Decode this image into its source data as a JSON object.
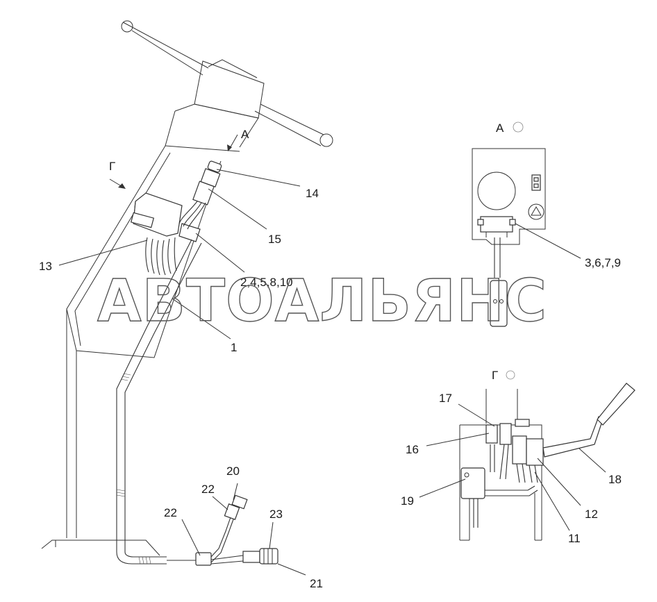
{
  "watermark": "АВТОАЛЬЯНС",
  "views": {
    "view_a_arrow": "А",
    "view_g_arrow": "Г",
    "view_a_title": "А",
    "view_g_title": "Г"
  },
  "callouts": {
    "c1": "1",
    "c2_4_5_8_10": "2,4,5,8,10",
    "c3_6_7_9": "3,6,7,9",
    "c11": "11",
    "c12": "12",
    "c13": "13",
    "c14": "14",
    "c15": "15",
    "c16": "16",
    "c17": "17",
    "c18": "18",
    "c19": "19",
    "c20": "20",
    "c21": "21",
    "c22a": "22",
    "c22b": "22",
    "c23": "23"
  }
}
